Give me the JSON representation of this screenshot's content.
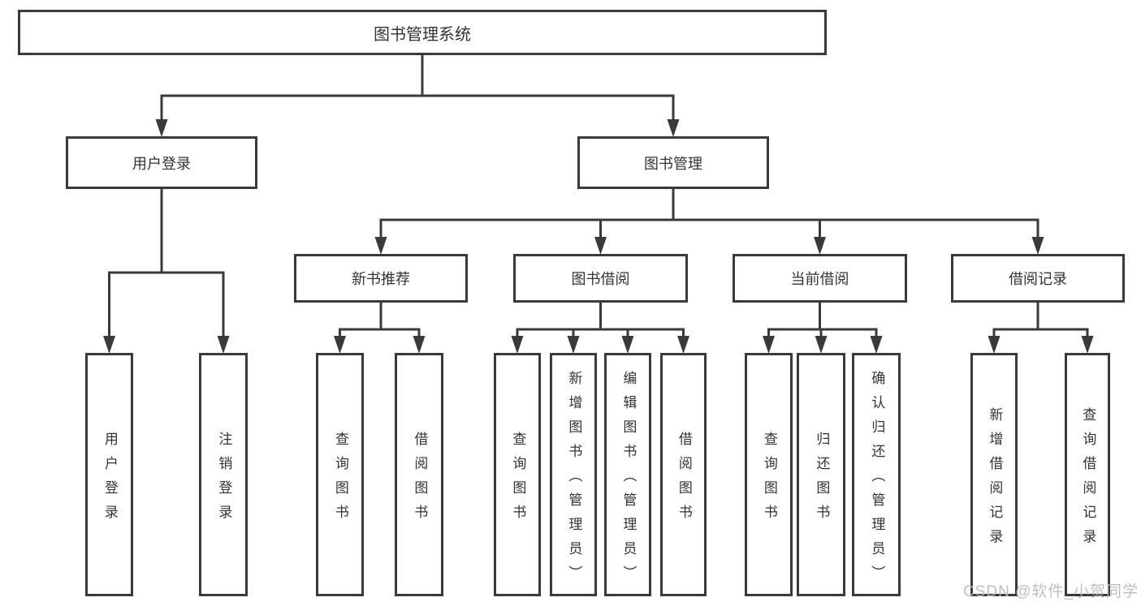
{
  "tree": {
    "label": "图书管理系统",
    "children": [
      {
        "label": "用户登录",
        "children": [
          {
            "label": "用户登录"
          },
          {
            "label": "注销登录"
          }
        ]
      },
      {
        "label": "图书管理",
        "children": [
          {
            "label": "新书推荐",
            "children": [
              {
                "label": "查询图书"
              },
              {
                "label": "借阅图书"
              }
            ]
          },
          {
            "label": "图书借阅",
            "children": [
              {
                "label": "查询图书"
              },
              {
                "label": "新增图书（管理员）"
              },
              {
                "label": "编辑图书（管理员）"
              },
              {
                "label": "借阅图书"
              }
            ]
          },
          {
            "label": "当前借阅",
            "children": [
              {
                "label": "查询图书"
              },
              {
                "label": "归还图书"
              },
              {
                "label": "确认归还（管理员）"
              }
            ]
          },
          {
            "label": "借阅记录",
            "children": [
              {
                "label": "新增借阅记录"
              },
              {
                "label": "查询借阅记录"
              }
            ]
          }
        ]
      }
    ]
  },
  "watermark": "CSDN @软件_小贺同学",
  "colors": {
    "line": "#3a3a3a",
    "border": "#3a3a3a",
    "text": "#333333",
    "background": "#ffffff",
    "watermark": "#b8b8b8"
  }
}
